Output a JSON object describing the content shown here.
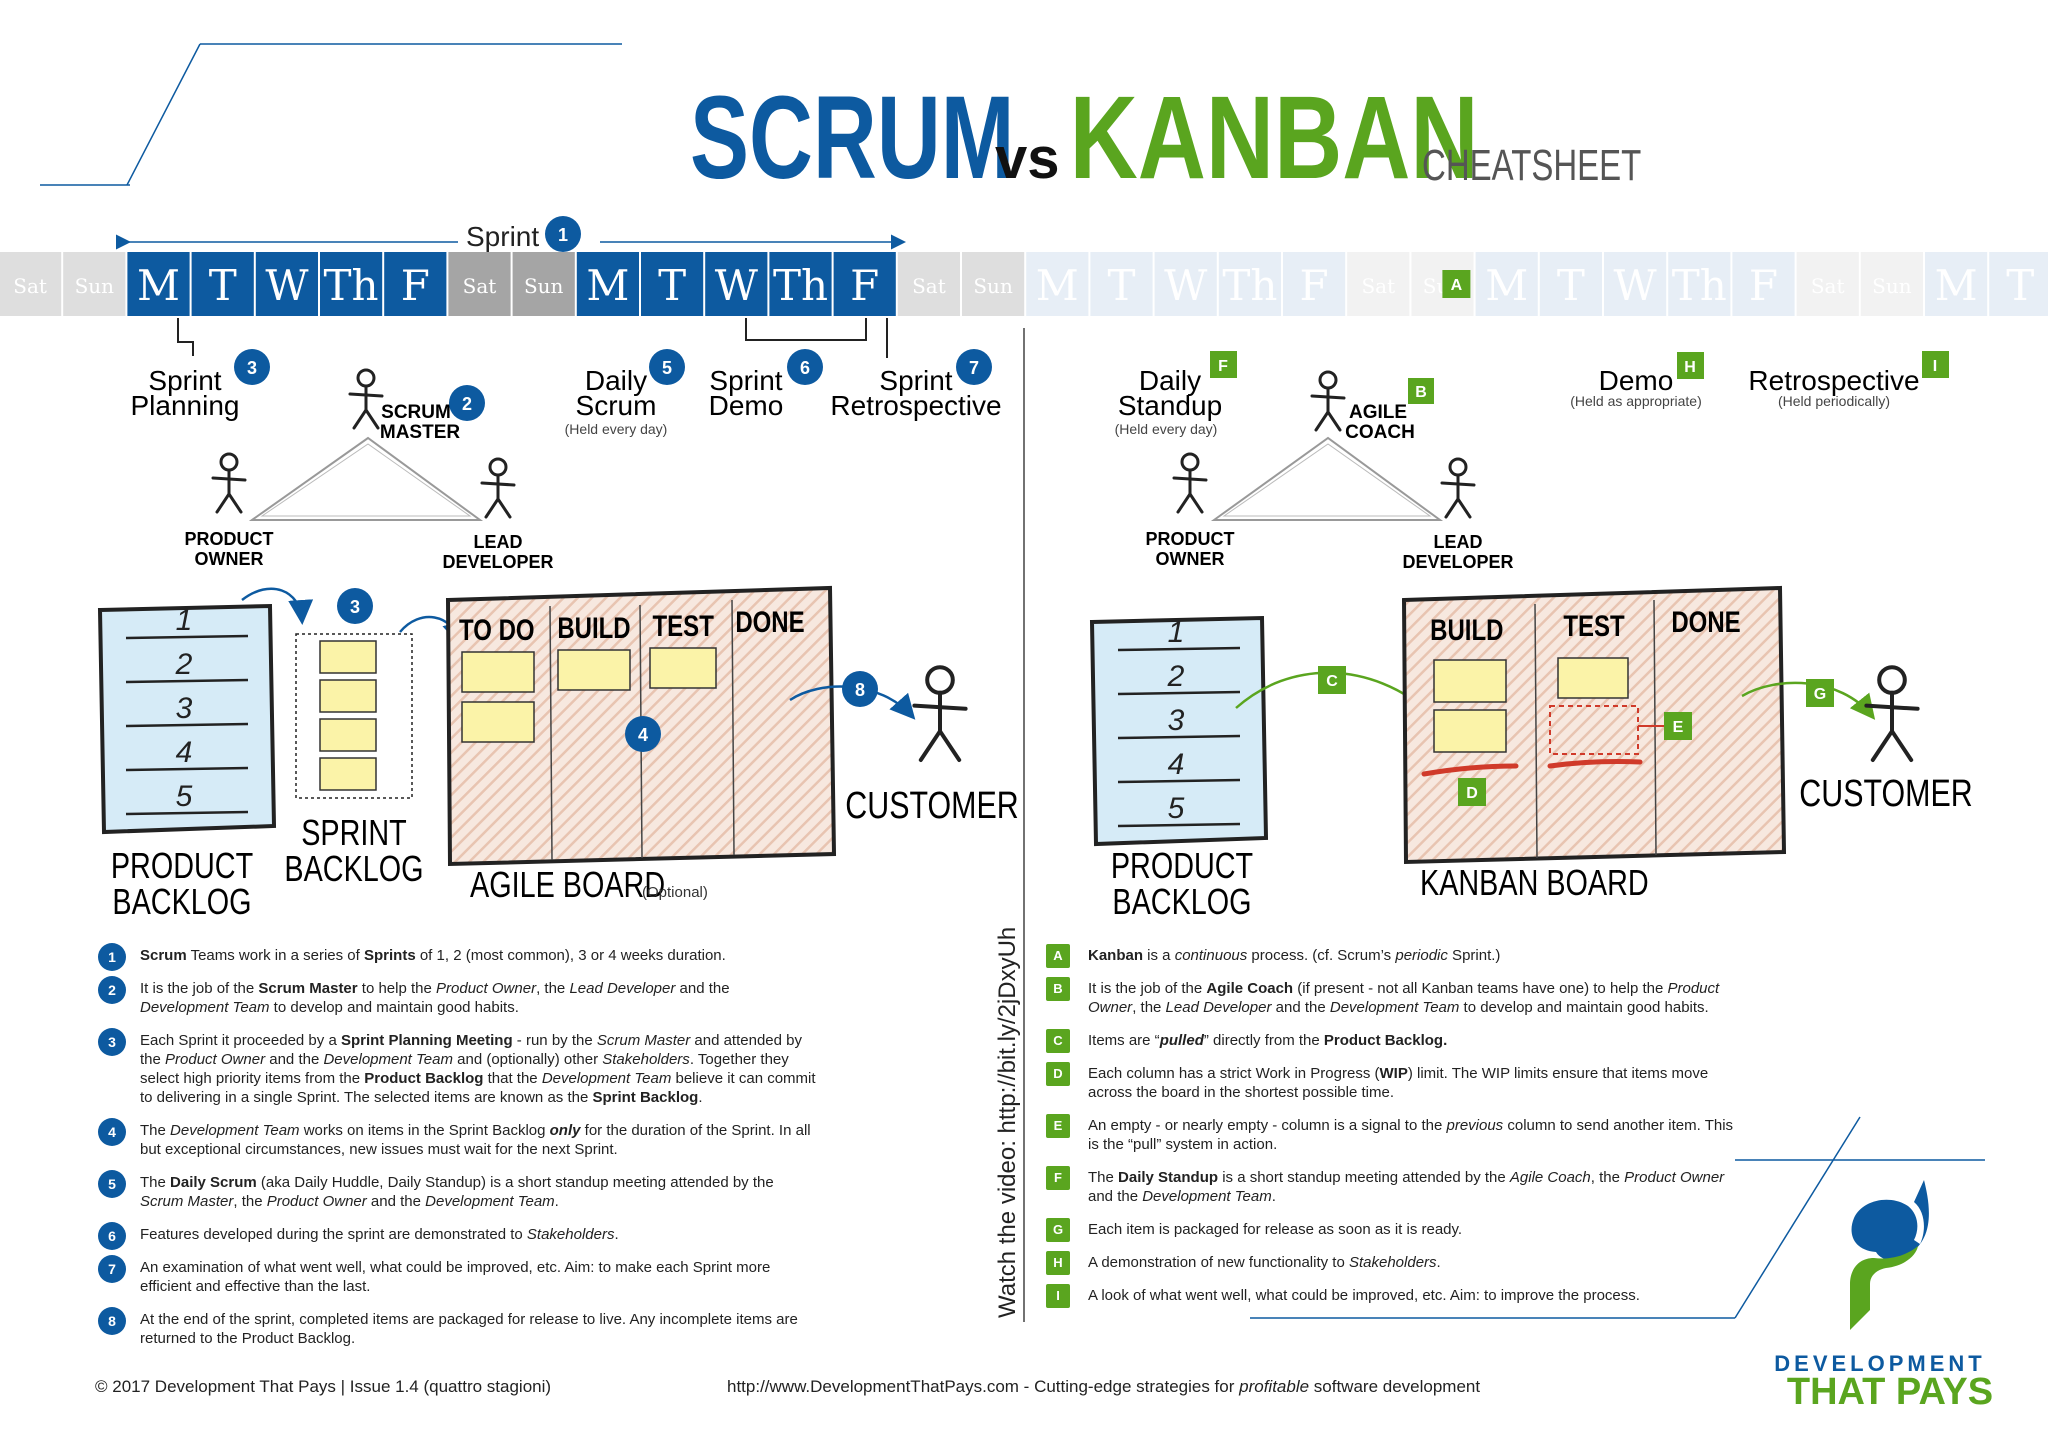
{
  "title": {
    "scrum": "SCRUM",
    "vs": "vs",
    "kanban": "KANBAN",
    "cheatsheet": "CHEATSHEET"
  },
  "colors": {
    "scrum_blue": "#0d5aa0",
    "kanban_green": "#5aa51f",
    "sticky": "#fbf3a8",
    "backlog_fill": "#d6ebf7",
    "board_hatch": "#efd6c8",
    "wip_red": "#d03a2a"
  },
  "timeline": {
    "sprint_label": "Sprint",
    "sprint_badge": "1",
    "kanban_badge": "A",
    "days": [
      "Sat",
      "Sun",
      "M",
      "T",
      "W",
      "Th",
      "F",
      "Sat",
      "Sun",
      "M",
      "T",
      "W",
      "Th",
      "F",
      "Sat",
      "Sun",
      "M",
      "T",
      "W",
      "Th",
      "F",
      "Sat",
      "Sun",
      "M",
      "T",
      "W",
      "Th",
      "F",
      "Sat",
      "Sun",
      "M",
      "T"
    ]
  },
  "scrum": {
    "events": [
      {
        "badge": "3",
        "lines": [
          "Sprint",
          "Planning"
        ],
        "sub": ""
      },
      {
        "badge": "5",
        "lines": [
          "Daily",
          "Scrum"
        ],
        "sub": "(Held every day)"
      },
      {
        "badge": "6",
        "lines": [
          "Sprint",
          "Demo"
        ],
        "sub": ""
      },
      {
        "badge": "7",
        "lines": [
          "Sprint",
          "Retrospective"
        ],
        "sub": ""
      }
    ],
    "roles": {
      "top": [
        "SCRUM",
        "MASTER"
      ],
      "top_badge": "2",
      "left": [
        "PRODUCT",
        "OWNER"
      ],
      "right": [
        "LEAD",
        "DEVELOPER"
      ]
    },
    "backlog_items": [
      "1",
      "2",
      "3",
      "4",
      "5"
    ],
    "product_backlog": [
      "PRODUCT",
      "BACKLOG"
    ],
    "sprint_backlog": [
      "SPRINT",
      "BACKLOG"
    ],
    "sprint_backlog_badge": "3",
    "board_columns": [
      "TO DO",
      "BUILD",
      "TEST",
      "DONE"
    ],
    "board_badge": "4",
    "board_label": "AGILE BOARD",
    "board_optional": "(Optional)",
    "customer_badge": "8",
    "customer": "CUSTOMER"
  },
  "kanban": {
    "events": [
      {
        "badge": "F",
        "lines": [
          "Daily",
          "Standup"
        ],
        "sub": "(Held every day)"
      },
      {
        "badge": "H",
        "lines": [
          "Demo"
        ],
        "sub": "(Held as appropriate)"
      },
      {
        "badge": "I",
        "lines": [
          "Retrospective"
        ],
        "sub": "(Held periodically)"
      }
    ],
    "roles": {
      "top": [
        "AGILE",
        "COACH"
      ],
      "top_badge": "B",
      "left": [
        "PRODUCT",
        "OWNER"
      ],
      "right": [
        "LEAD",
        "DEVELOPER"
      ]
    },
    "backlog_items": [
      "1",
      "2",
      "3",
      "4",
      "5"
    ],
    "product_backlog": [
      "PRODUCT",
      "BACKLOG"
    ],
    "pull_badge": "C",
    "wip_badge": "D",
    "empty_badge": "E",
    "release_badge": "G",
    "board_columns": [
      "BUILD",
      "TEST",
      "DONE"
    ],
    "board_label": "KANBAN BOARD",
    "customer": "CUSTOMER"
  },
  "video_link": "Watch the video: http://bit.ly/2jDxyUh",
  "scrum_notes_html": [
    {
      "badge": "1",
      "html": "<b>Scrum</b> Teams work in a series of <b>Sprints</b> of 1, 2 (most common), 3 or 4 weeks duration."
    },
    {
      "badge": "2",
      "html": "It is the job of the <b>Scrum Master</b> to help the <i>Product Owner</i>, the <i>Lead Developer</i> and the <i>Development Team</i> to develop and maintain good habits."
    },
    {
      "badge": "3",
      "html": "Each Sprint it proceeded by a <b>Sprint Planning Meeting</b> - run by the <i>Scrum Master</i> and attended by the <i>Product Owner</i> and the <i>Development Team</i> and (optionally) other <i>Stakeholders</i>. Together they select high priority items from the <b>Product Backlog</b> that the <i>Development Team</i> believe it can commit to delivering in a single Sprint. The selected items are known as the <b>Sprint Backlog</b>."
    },
    {
      "badge": "4",
      "html": "The <i>Development Team</i> works on items in the Sprint Backlog <b><i>only</i></b> for the duration of the Sprint. In all but exceptional circumstances, new issues must wait for the next Sprint."
    },
    {
      "badge": "5",
      "html": "The <b>Daily Scrum</b> (aka Daily Huddle, Daily Standup) is a short standup meeting attended by the <i>Scrum Master</i>, the <i>Product Owner</i> and the <i>Development Team</i>."
    },
    {
      "badge": "6",
      "html": "Features developed during the sprint are demonstrated to <i>Stakeholders</i>."
    },
    {
      "badge": "7",
      "html": "An examination of what went well, what could be improved, etc. Aim: to make each Sprint more efficient and effective than the last."
    },
    {
      "badge": "8",
      "html": "At the end of the sprint, completed items are packaged for release to live. Any incomplete items are returned to the Product Backlog."
    }
  ],
  "kanban_notes_html": [
    {
      "badge": "A",
      "html": "<b>Kanban</b> is a <i>continuous</i> process. (cf. Scrum’s <i>periodic</i> Sprint.)"
    },
    {
      "badge": "B",
      "html": "It is the job of the <b>Agile Coach</b> (if present - not all Kanban teams have one) to help the <i>Product Owner</i>, the <i>Lead Developer</i> and the <i>Development Team</i> to develop and maintain good habits."
    },
    {
      "badge": "C",
      "html": "Items are “<b><i>pulled</i></b>” directly from the <b>Product Backlog.</b>"
    },
    {
      "badge": "D",
      "html": "Each column has a strict Work in Progress (<b>WIP</b>) limit. The WIP limits ensure that items move across the board in the shortest possible time."
    },
    {
      "badge": "E",
      "html": "An empty - or nearly empty - column is a signal to the <i>previous</i> column to send another item. This is the “pull” system in action."
    },
    {
      "badge": "F",
      "html": "The <b>Daily Standup</b> is a short standup meeting attended by the <i>Agile Coach</i>, the <i>Product Owner</i> and the <i>Development Team</i>."
    },
    {
      "badge": "G",
      "html": "Each item is packaged for release as soon as it is ready."
    },
    {
      "badge": "H",
      "html": "A demonstration of new functionality to <i>Stakeholders</i>."
    },
    {
      "badge": "I",
      "html": "A look of what went well, what could be improved, etc. Aim: to improve the process."
    }
  ],
  "footer": {
    "copyright": "© 2017 Development That Pays | Issue 1.4 (quattro stagioni)",
    "url_prefix": "http://www.DevelopmentThatPays.com - Cutting-edge strategies for ",
    "url_em": "profitable",
    "url_suffix": " software development"
  },
  "logo": {
    "line1": "DEVELOPMENT",
    "line2": "THAT PAYS"
  }
}
